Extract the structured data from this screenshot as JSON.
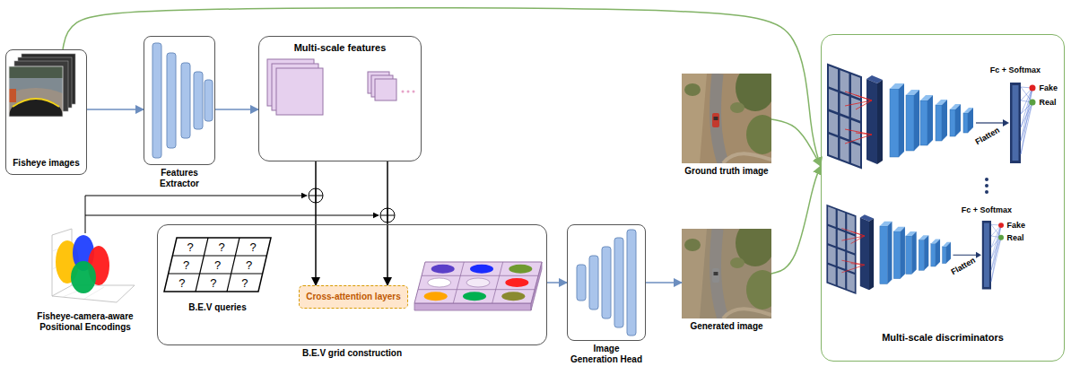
{
  "diagram": {
    "nodes": [
      {
        "text": [
          "Fisheye images"
        ]
      },
      {
        "text": [
          "Features Extractor"
        ]
      },
      {
        "text": [
          "Multi-scale features"
        ]
      },
      {
        "text": [
          "Fisheye-camera-aware Positional Encodings"
        ]
      },
      {
        "text": [
          "B.E.V grid construction"
        ]
      },
      {
        "text": [
          "B.E.V queries"
        ],
        "in": 4
      },
      {
        "text": [
          "Cross-attention layers"
        ],
        "in": 4
      },
      {
        "text": [
          "Image Generation Head"
        ]
      },
      {
        "text": [
          "Ground truth image"
        ]
      },
      {
        "text": [
          "Generated image"
        ]
      },
      {
        "text": [
          "Multi-scale discriminators"
        ]
      }
    ],
    "edges": [
      {
        "from": 0,
        "to": 1,
        "arrow": "to"
      },
      {
        "from": 1,
        "to": 2,
        "arrow": "to"
      },
      {
        "from": 2,
        "to": 6,
        "arrow": "to"
      },
      {
        "from": 2,
        "to": 6,
        "arrow": "to"
      },
      {
        "from": 4,
        "to": 7,
        "arrow": "to"
      },
      {
        "from": 7,
        "to": 9,
        "arrow": "to"
      },
      {
        "from": 0,
        "to": 10,
        "arrow": "to"
      },
      {
        "from": 8,
        "to": 10,
        "arrow": "to"
      },
      {
        "from": 9,
        "to": 10,
        "arrow": "to"
      }
    ],
    "labels": [
      "?",
      "?",
      "?",
      "?",
      "?",
      "?",
      "?",
      "?",
      "?",
      "Fc + Softmax",
      "Fake",
      "Real",
      "Flatten",
      "Fc + Softmax",
      "Fake",
      "Real",
      "Flatten"
    ]
  }
}
